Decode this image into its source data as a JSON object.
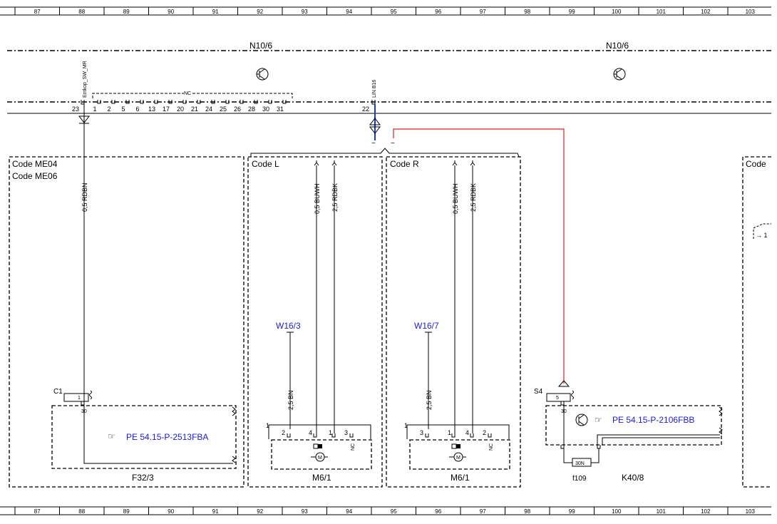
{
  "ruler": {
    "cells": [
      "87",
      "88",
      "89",
      "90",
      "91",
      "92",
      "93",
      "94",
      "95",
      "96",
      "97",
      "98",
      "99",
      "100",
      "101",
      "102",
      "103"
    ]
  },
  "modules": {
    "left": "N10/6",
    "right": "N10/6"
  },
  "connector_top": {
    "pin_left": "23",
    "pins": [
      "1",
      "2",
      "5",
      "6",
      "13",
      "17",
      "20",
      "21",
      "24",
      "25",
      "26",
      "28",
      "30",
      "31"
    ],
    "pin_right": "22",
    "nc": "NC",
    "signal_left": "Entkop_SW_MR",
    "signal_right": "LIN B16"
  },
  "zones": {
    "z1_line1": "Code ME04",
    "z1_line2": "Code ME06",
    "z2": "Code L",
    "z3": "Code R",
    "z4": "Code"
  },
  "wires": {
    "w1": "0,5 RDBN",
    "w2a": "0,5 BUWH",
    "w2b": "2,5 RDBK",
    "w3a": "0,5 BUWH",
    "w3b": "2,5 RDBK",
    "gnd_l": "2,5 BN",
    "gnd_r": "2,5 BN"
  },
  "grounds": {
    "left": "W16/3",
    "right": "W16/7"
  },
  "components": {
    "f32": {
      "label": "F32/3",
      "conn": "C1",
      "pin_top": "1",
      "pin_bot": "30",
      "ref": "PE 54.15-P-2513FBA"
    },
    "m6_left": {
      "label": "M6/1",
      "num": "1",
      "pins": [
        "2",
        "4",
        "1",
        "3"
      ],
      "nc": "NC"
    },
    "m6_right": {
      "label": "M6/1",
      "num": "1",
      "pins": [
        "3",
        "1",
        "4",
        "2"
      ],
      "nc": "NC"
    },
    "k40": {
      "label": "K40/8",
      "conn": "S4",
      "pin_top": "5",
      "pin_bot": "30",
      "ref": "PE 54.15-P-2106FBB",
      "fuse": "f109",
      "fuse_code": "30N"
    },
    "edge_ref": "1"
  },
  "colors": {
    "lin_wire": "#1a3cc8",
    "red_wire": "#e02020",
    "ref_text": "#1a1ae6"
  }
}
